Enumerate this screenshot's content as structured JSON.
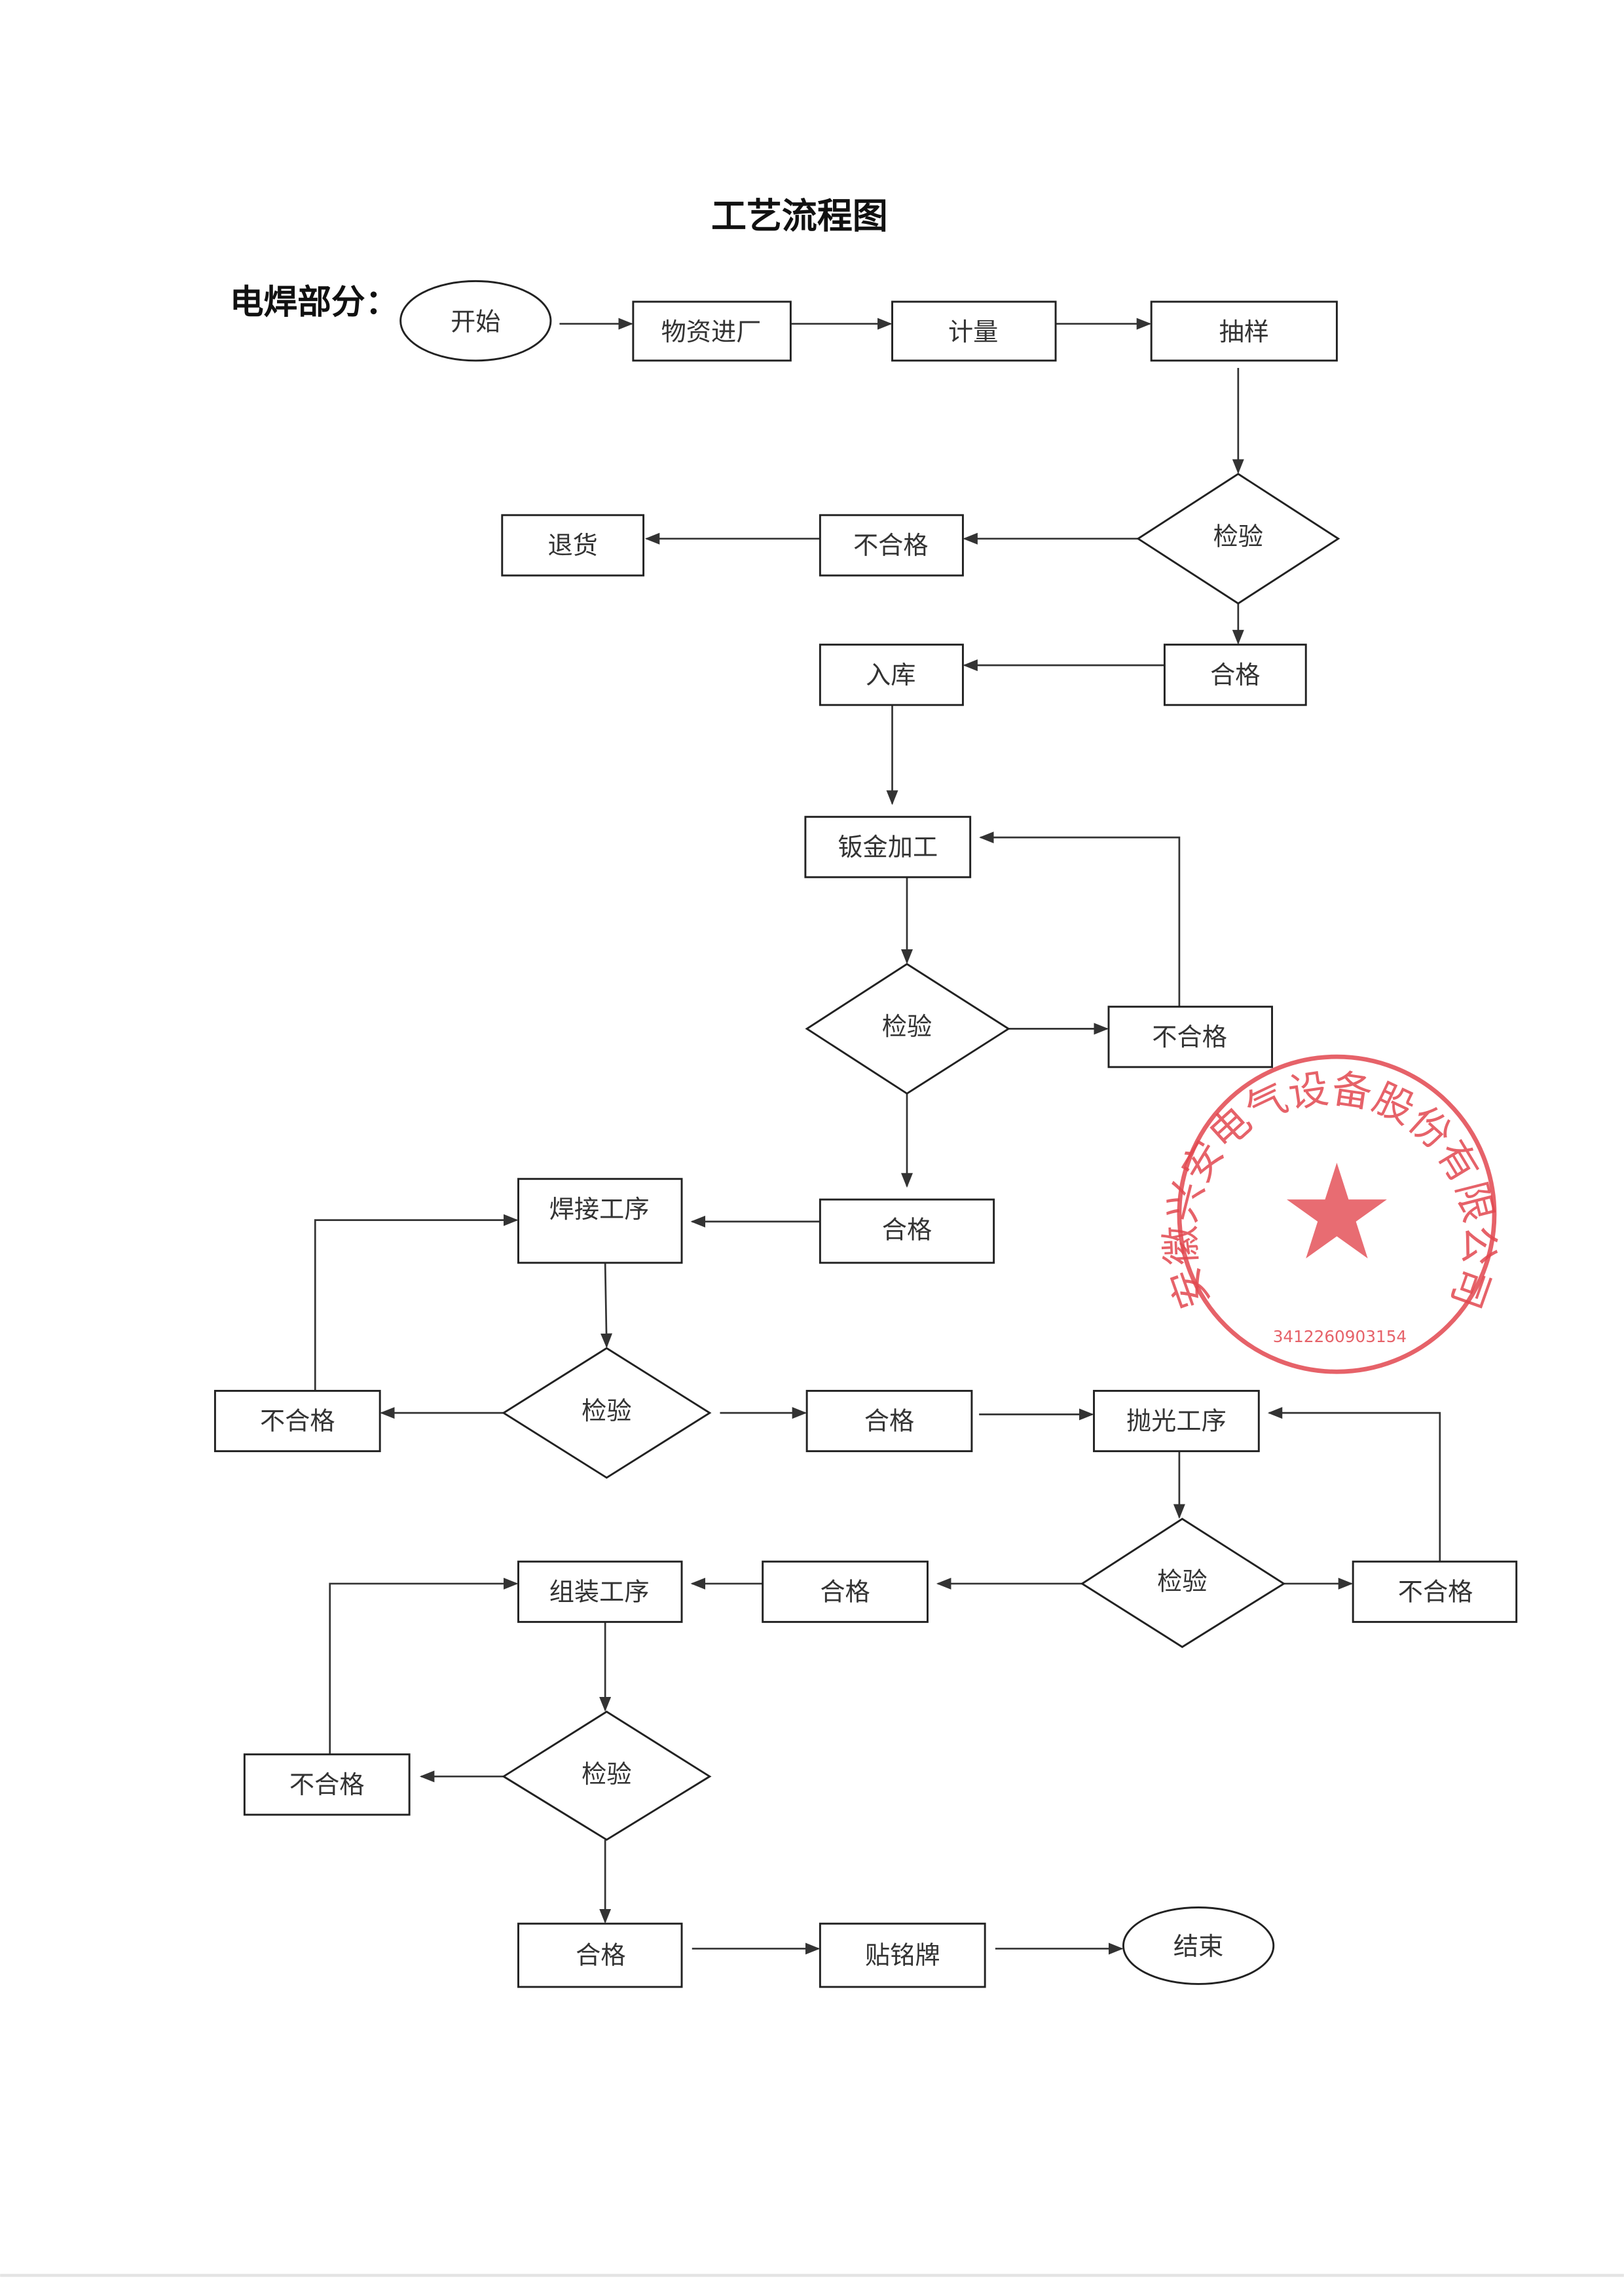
{
  "title": "工艺流程图",
  "section": "电焊部分：",
  "nodes": {
    "start": "开始",
    "material_in": "物资进厂",
    "measure": "计量",
    "sampling": "抽样",
    "inspect1": "检验",
    "fail1": "不合格",
    "return": "退货",
    "pass1": "合格",
    "storage": "入库",
    "sheet_metal": "钣金加工",
    "inspect2": "检验",
    "fail2": "不合格",
    "pass2": "合格",
    "welding": "焊接工序",
    "inspect3": "检验",
    "fail3": "不合格",
    "pass3": "合格",
    "polishing": "抛光工序",
    "inspect4": "检验",
    "fail4": "不合格",
    "pass4": "合格",
    "assembly": "组装工序",
    "inspect5": "检验",
    "fail5": "不合格",
    "pass5": "合格",
    "nameplate": "贴铭牌",
    "end": "结束"
  },
  "stamp": {
    "company": "安徽兴安电气设备股份有限公司",
    "number": "3412260903154",
    "color": "#e2474f"
  }
}
